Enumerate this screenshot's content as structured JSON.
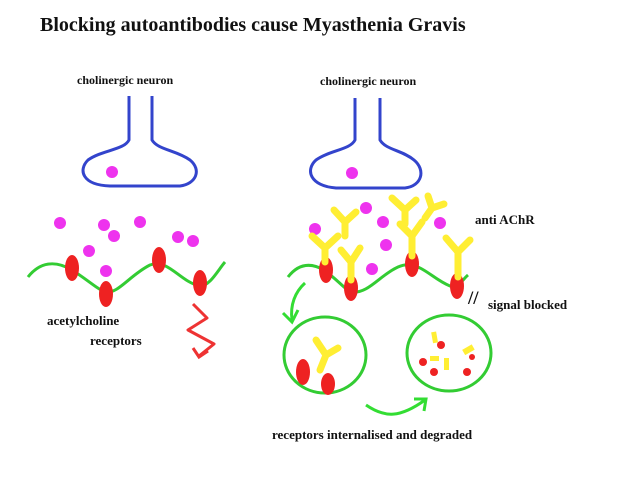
{
  "title": "Blocking autoantibodies cause Myasthenia Gravis",
  "labels": {
    "neuron_left": "cholinergic neuron",
    "neuron_right": "cholinergic neuron",
    "receptors_line1": "acetylcholine",
    "receptors_line2": "receptors",
    "antibody": "anti AChR",
    "blocked_mark": "//",
    "blocked": "signal blocked",
    "internalised": "receptors internalised and degraded"
  },
  "colors": {
    "neuron": "#3344cc",
    "acetylcholine": "#ee33ee",
    "membrane": "#33cc33",
    "receptor": "#ee2222",
    "antibody": "#ffee33",
    "signal": "#ee3333",
    "arrow": "#33dd33"
  },
  "icons": [
    "neuron-terminal-icon",
    "acetylcholine-molecule-icon",
    "ach-receptor-icon",
    "antibody-icon",
    "signal-bolt-icon",
    "vesicle-icon",
    "arrow-icon"
  ]
}
